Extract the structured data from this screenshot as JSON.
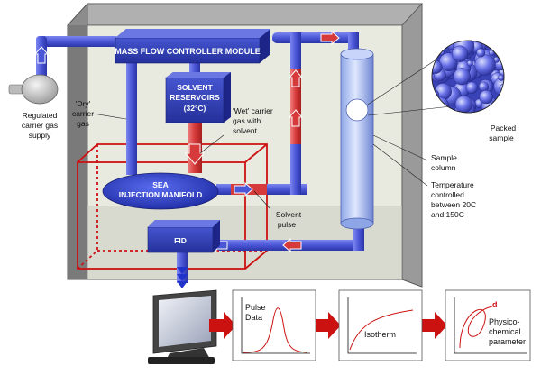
{
  "module_label": "MASS FLOW CONTROLLER MODULE",
  "reservoir_label_1": "SOLVENT",
  "reservoir_label_2": "RESERVOIRS",
  "reservoir_label_3": "(32°C)",
  "manifold_label_1": "SEA",
  "manifold_label_2": "INJECTION MANIFOLD",
  "fid_label": "FID",
  "annotations": {
    "regulated": [
      "Regulated",
      "carrier gas",
      "supply"
    ],
    "dry": [
      "'Dry'",
      "carrier",
      "gas"
    ],
    "wet": [
      "'Wet' carrier",
      "gas with",
      "solvent."
    ],
    "solvent_pulse": [
      "Solvent",
      "pulse"
    ],
    "packed": [
      "Packed",
      "sample"
    ],
    "sample_column": [
      "Sample",
      "column"
    ],
    "temperature": [
      "Temperature",
      "controlled",
      "between 20C",
      "and 150C"
    ]
  },
  "chart_pulse": [
    "Pulse",
    "Data"
  ],
  "chart_isotherm": "Isotherm",
  "chart_physico": [
    "Physico-",
    "chemical",
    "parameter"
  ],
  "chart_physico_marker": "d",
  "colors": {
    "pipe_blue": "#4a56d6",
    "pipe_red": "#d63a3a",
    "box_blue": "#3344b8",
    "oven_wall": "#8a8a8a",
    "oven_inner": "#e6e8dc",
    "heated_red": "#cc1111"
  }
}
